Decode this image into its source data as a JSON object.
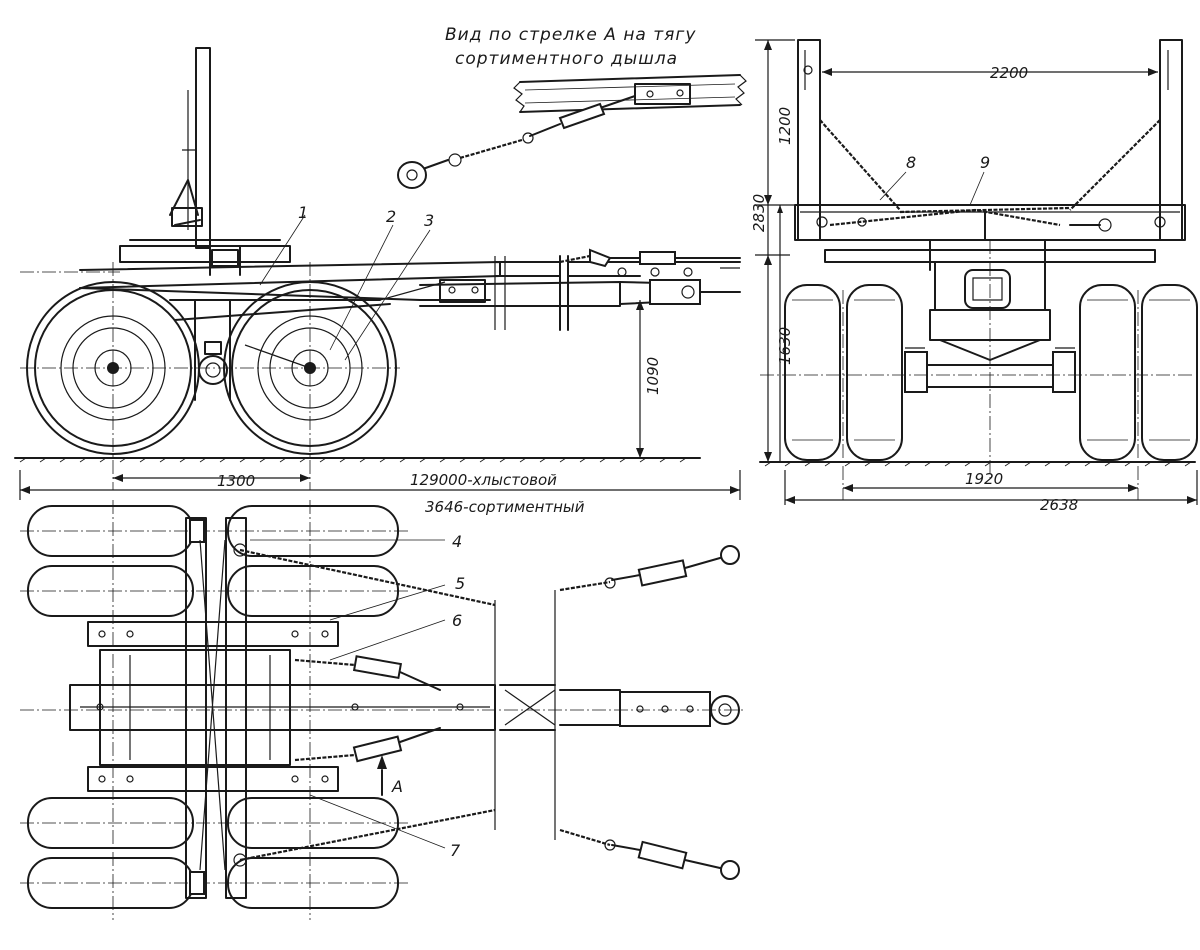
{
  "caption": {
    "line1": "Вид по стрелке А на тягу",
    "line2": "сортиментного дышла"
  },
  "callouts": [
    "1",
    "2",
    "3",
    "4",
    "5",
    "6",
    "7",
    "8",
    "9"
  ],
  "arrow_label": "А",
  "dimensions": {
    "side_wheelbase": "1300",
    "side_height": "1090",
    "length_log": "129000-хлыстовой",
    "length_assort": "3646-сортиментный",
    "rear_width_stakes": "2200",
    "rear_stake_height": "1200",
    "rear_total_height": "2830",
    "rear_deck_height": "1630",
    "rear_track": "1920",
    "rear_overall_width": "2638"
  }
}
